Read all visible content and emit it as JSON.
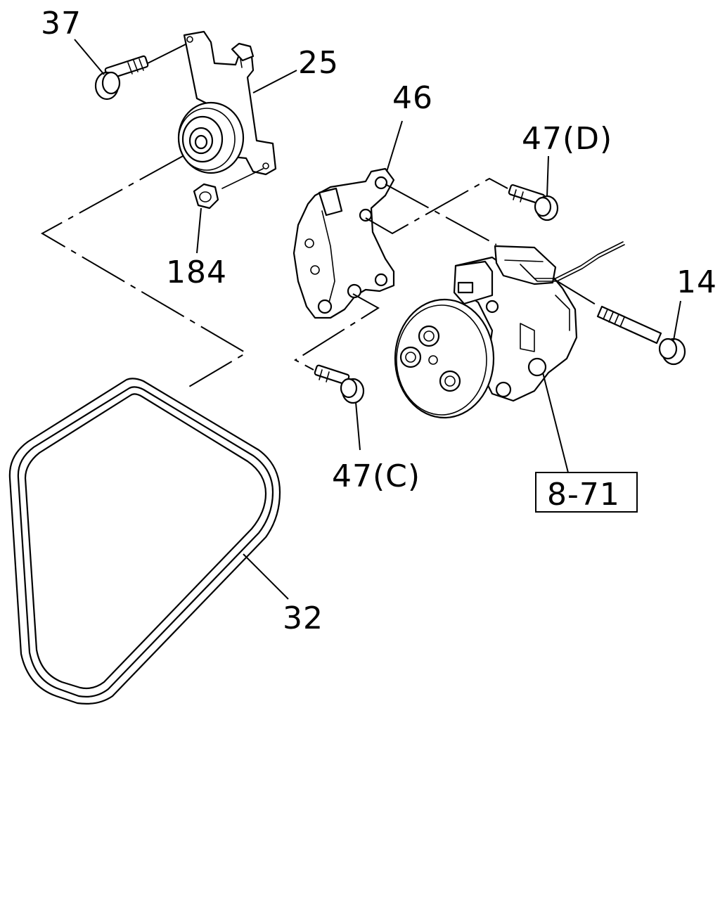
{
  "labels": {
    "p37": "37",
    "p25": "25",
    "p46": "46",
    "p47d": "47(D)",
    "p184": "184",
    "p14": "14",
    "p47c": "47(C)",
    "p871": "8-71",
    "p32": "32"
  }
}
